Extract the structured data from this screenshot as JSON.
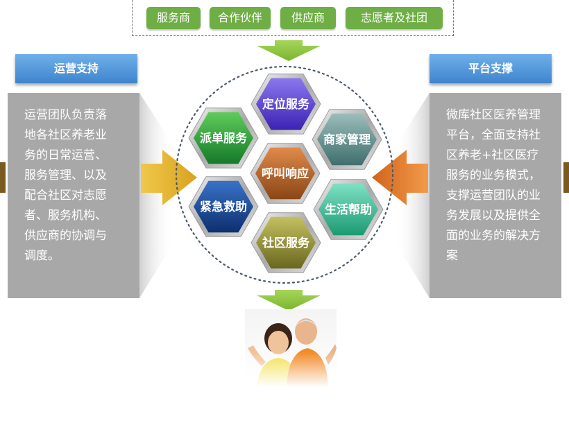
{
  "partners": [
    "服务商",
    "合作伙伴",
    "供应商",
    "志愿者及社团"
  ],
  "left": {
    "title": "运营支持",
    "lines": [
      "运营团队负责落",
      "地各社区养老业",
      "务的日常运营、",
      "服务管理、以及",
      "配合社区对志愿",
      "者、服务机构、",
      "供应商的协调与",
      "调度。"
    ]
  },
  "right": {
    "title": "平台支撑",
    "lines": [
      "微库社区医养管理",
      "平台，全面支持社",
      "区养老+社区医疗",
      "服务的业务模式，",
      "支撑运营团队的业",
      "务发展以及提供全",
      "面的业务的解决方",
      "案"
    ]
  },
  "hexagons": {
    "top": "定位服务",
    "upper_left": "派单服务",
    "upper_right": "商家管理",
    "center": "呼叫响应",
    "lower_left": "紧急救助",
    "lower_right": "生活帮助",
    "bottom": "社区服务"
  },
  "colors": {
    "partner_green": "#6fae45",
    "header_blue": "#4a8fd6",
    "panel_gray": "#a8a8a8",
    "arrow_green": "#8cc43f",
    "arrow_yellow": "#e5b52f",
    "arrow_orange": "#e07a2c",
    "hex_purple": "#5a3fd0",
    "hex_green": "#22943a",
    "hex_teal": "#5d8f8c",
    "hex_brown": "#b0652a",
    "hex_blue": "#1a4c9c",
    "hex_cyan": "#2fb28e",
    "hex_olive": "#8e8a35"
  }
}
